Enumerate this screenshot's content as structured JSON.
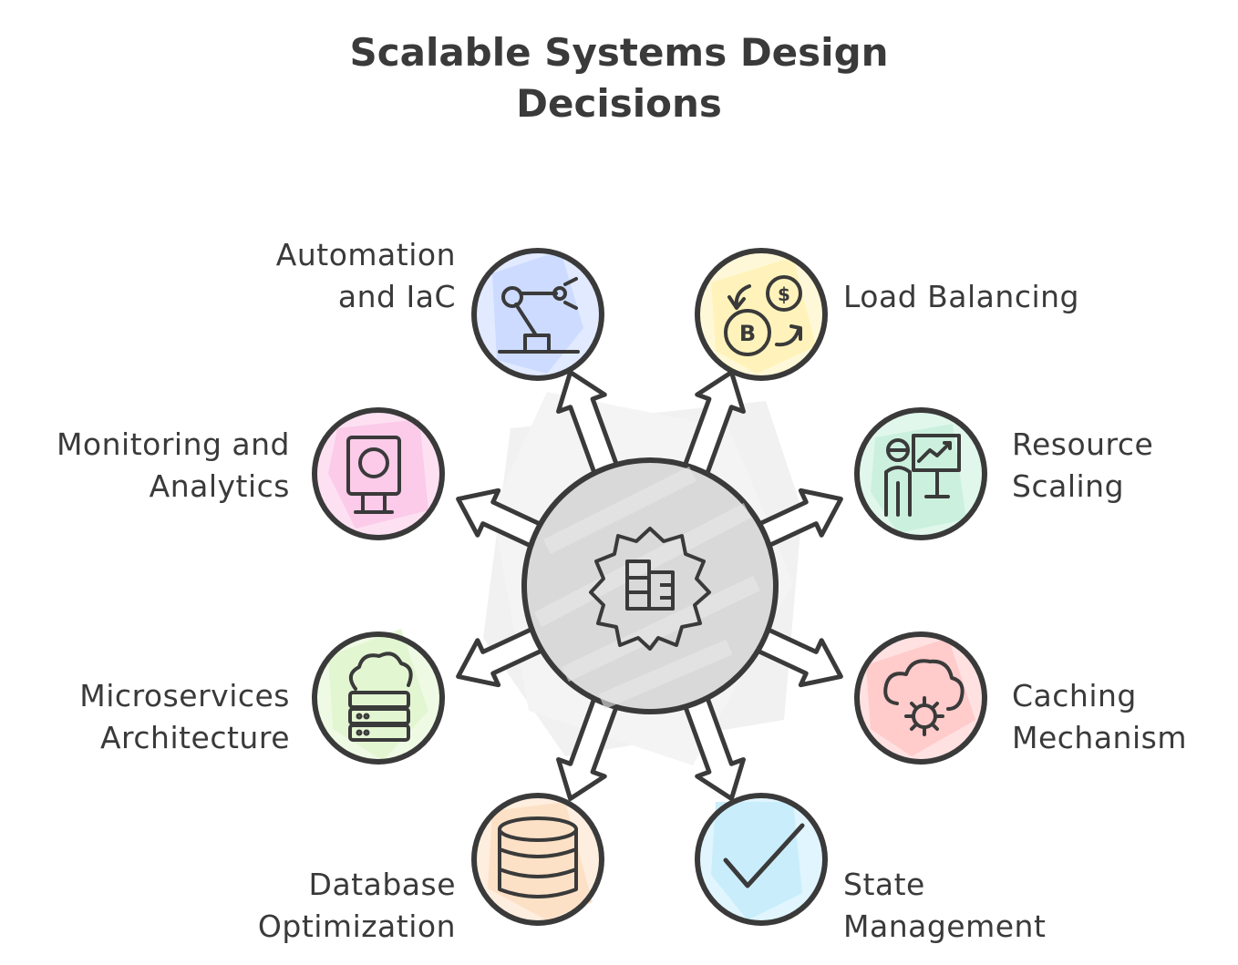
{
  "title": {
    "line1": "Scalable Systems Design",
    "line2": "Decisions"
  },
  "hub": {
    "icon": "gear-building-icon",
    "fill": "#d9d9d9"
  },
  "nodes": [
    {
      "id": "automation",
      "line1": "Automation",
      "line2": "and IaC",
      "icon": "robot-arm-icon",
      "color": "#c9d8ff"
    },
    {
      "id": "load-balancing",
      "line1": "Load Balancing",
      "line2": "",
      "icon": "coin-exchange-icon",
      "color": "#fff3b8"
    },
    {
      "id": "monitoring",
      "line1": "Monitoring and",
      "line2": "Analytics",
      "icon": "monitor-icon",
      "color": "#fbc9e8"
    },
    {
      "id": "resource-scaling",
      "line1": "Resource",
      "line2": "Scaling",
      "icon": "presenter-chart-icon",
      "color": "#c9f0dc"
    },
    {
      "id": "microservices",
      "line1": "Microservices",
      "line2": "Architecture",
      "icon": "cloud-server-icon",
      "color": "#e2f5cf"
    },
    {
      "id": "caching",
      "line1": "Caching",
      "line2": "Mechanism",
      "icon": "cloud-gear-icon",
      "color": "#ffc9c9"
    },
    {
      "id": "database",
      "line1": "Database",
      "line2": "Optimization",
      "icon": "database-icon",
      "color": "#fde0c4"
    },
    {
      "id": "state",
      "line1": "State",
      "line2": "Management",
      "icon": "checkmark-icon",
      "color": "#c6ecfb"
    }
  ]
}
